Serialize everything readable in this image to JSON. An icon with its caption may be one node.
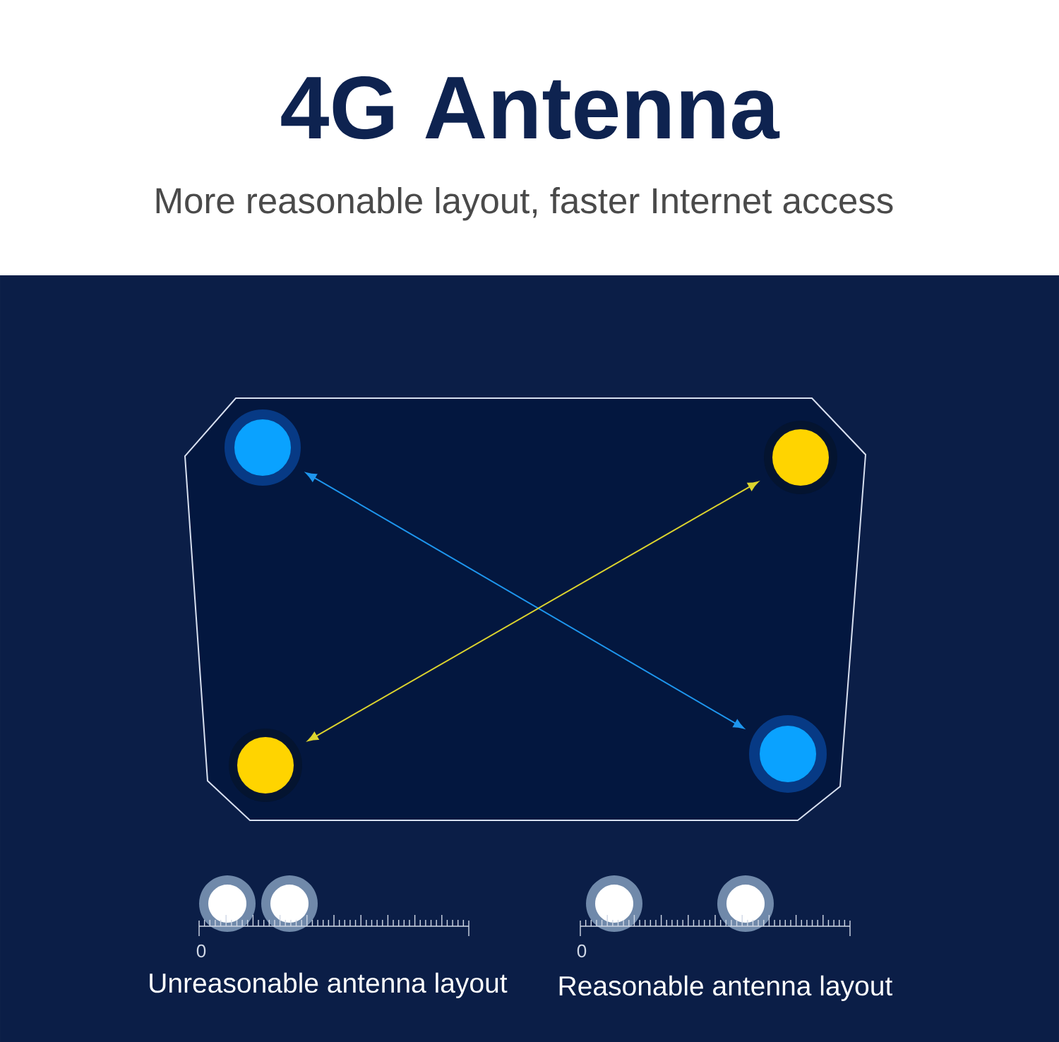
{
  "diagram": {
    "title": "4G Antenna",
    "nodes": [
      {
        "text": [],
        "shape": "circle"
      },
      {
        "text": [],
        "shape": "circle"
      },
      {
        "text": [],
        "shape": "circle"
      },
      {
        "text": [],
        "shape": "circle"
      }
    ],
    "edges": [
      {
        "from": 0,
        "to": 3,
        "arrow": "both",
        "color": "#1e96ee"
      },
      {
        "from": 1,
        "to": 2,
        "arrow": "both",
        "color": "#dcd42e"
      }
    ],
    "labels": [
      "More reasonable layout, faster Internet access",
      "0",
      "0",
      "Unreasonable antenna layout",
      "Reasonable antenna layout"
    ]
  }
}
